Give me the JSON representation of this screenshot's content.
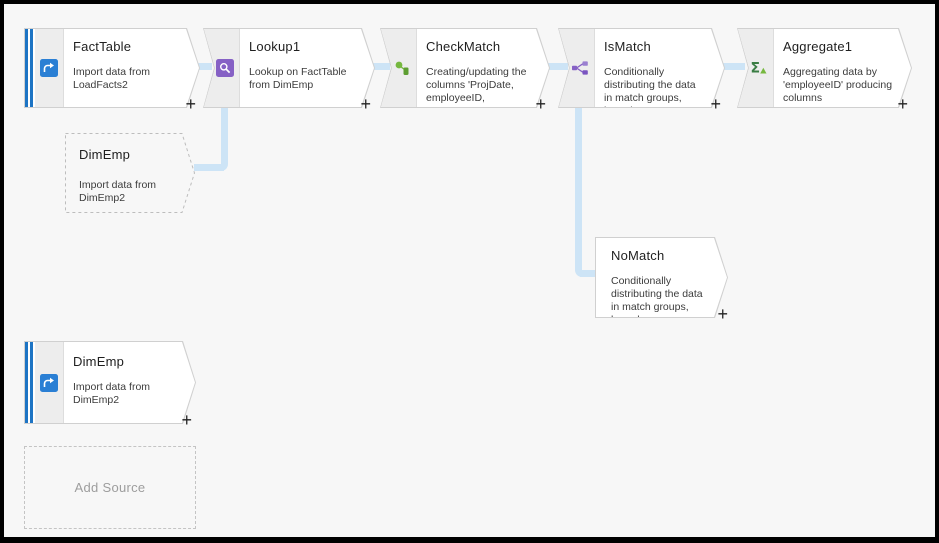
{
  "ui": {
    "plus": "+",
    "add_source_label": "Add Source"
  },
  "colors": {
    "canvas_background": "#f7f7f7",
    "frame": "#000000",
    "connector_blue": "#cde4f6",
    "source_stripe_blue": "#1d74c4",
    "node_border": "#d0d0d0",
    "source_icon_blue": "#2a7fd4",
    "lookup_icon_purple": "#8661c5",
    "derived_icon_green": "#76b83f",
    "split_icon_purple": "#8661c5",
    "aggregate_icon_green": "#3a7d44"
  },
  "nodes": [
    {
      "id": "facttable",
      "title": "FactTable",
      "description": "Import data from LoadFacts2",
      "type": "source",
      "icon": "source-icon"
    },
    {
      "id": "lookup1",
      "title": "Lookup1",
      "description": "Lookup on FactTable from DimEmp",
      "type": "transform",
      "icon": "lookup-icon"
    },
    {
      "id": "checkmatch",
      "title": "CheckMatch",
      "description": "Creating/updating the columns 'ProjDate, employeeID,",
      "type": "transform",
      "icon": "derived-column-icon"
    },
    {
      "id": "ismatch",
      "title": "IsMatch",
      "description": "Conditionally distributing the data in match groups, based",
      "type": "transform",
      "icon": "conditional-split-icon"
    },
    {
      "id": "aggregate1",
      "title": "Aggregate1",
      "description": "Aggregating data by 'employeeID' producing columns",
      "type": "transform",
      "icon": "aggregate-icon"
    },
    {
      "id": "dimemp-ghost",
      "title": "DimEmp",
      "description": "Import data from DimEmp2",
      "type": "ghost"
    },
    {
      "id": "nomatch",
      "title": "NoMatch",
      "description": "Conditionally distributing the data in match groups, based",
      "type": "plain"
    },
    {
      "id": "dimemp",
      "title": "DimEmp",
      "description": "Import data from DimEmp2",
      "type": "source",
      "icon": "source-icon"
    }
  ],
  "connections": [
    {
      "from": "FactTable",
      "to": "Lookup1"
    },
    {
      "from": "Lookup1",
      "to": "CheckMatch"
    },
    {
      "from": "CheckMatch",
      "to": "IsMatch"
    },
    {
      "from": "IsMatch",
      "to": "Aggregate1"
    },
    {
      "from": "DimEmp (ghost)",
      "to": "Lookup1"
    },
    {
      "from": "IsMatch",
      "to": "NoMatch"
    }
  ]
}
